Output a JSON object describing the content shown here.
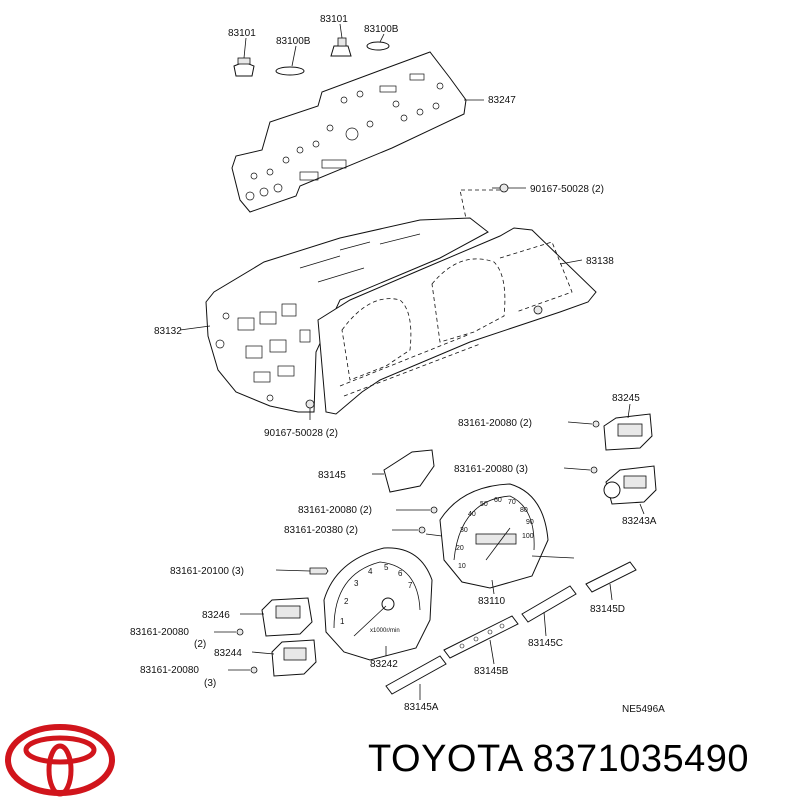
{
  "diagram": {
    "labels": {
      "p83101_a": "83101",
      "p83100b_a": "83100B",
      "p83101_b": "83101",
      "p83100b_b": "83100B",
      "p83247": "83247",
      "p90167_top": "90167-50028 (2)",
      "p83138": "83138",
      "p83132": "83132",
      "p90167_bot": "90167-50028 (2)",
      "p83245": "83245",
      "p83161_20080_a": "83161-20080 (2)",
      "p83161_20080_b": "83161-20080 (3)",
      "p83145": "83145",
      "p83161_20080_c": "83161-20080 (2)",
      "p83243a": "83243A",
      "p83161_20380": "83161-20380 (2)",
      "p83161_20100": "83161-20100 (3)",
      "p83110": "83110",
      "p83145d": "83145D",
      "p83246": "83246",
      "p83161_20080_d": "83161-20080",
      "p83161_20080_d_qty": "(2)",
      "p83244": "83244",
      "p83145c": "83145C",
      "p83242": "83242",
      "p83161_20080_e": "83161-20080",
      "p83161_20080_e_qty": "(3)",
      "p83145b": "83145B",
      "p83145a": "83145A",
      "ref_code": "NE5496A"
    },
    "gauge_text": {
      "tacho_unit": "x1000r/min",
      "tacho_ticks": [
        "1",
        "2",
        "3",
        "4",
        "5",
        "6",
        "7"
      ],
      "speedo_ticks": [
        "10",
        "20",
        "30",
        "40",
        "50",
        "60",
        "70",
        "80",
        "90",
        "100"
      ]
    }
  },
  "footer": {
    "brand": "TOYOTA 8371035490",
    "logo_color": "#d1151c"
  }
}
